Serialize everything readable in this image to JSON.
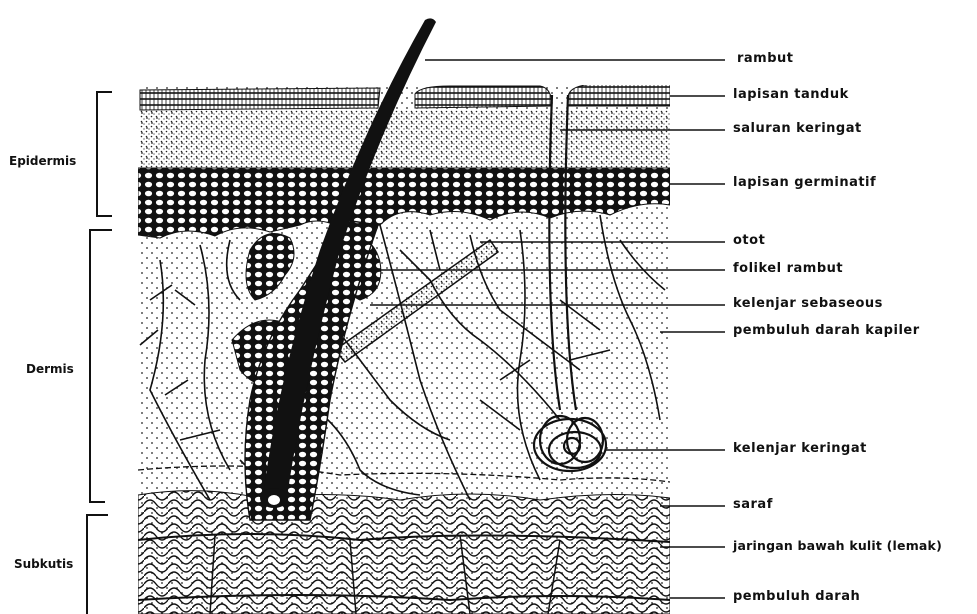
{
  "side_labels": {
    "epidermis": "Epidermis",
    "dermis": "Dermis",
    "subkutis": "Subkutis"
  },
  "labels": [
    "rambut",
    "lapisan tanduk",
    "saluran keringat",
    "lapisan germinatif",
    "otot",
    "folikel rambut",
    "kelenjar sebaseous",
    "pembuluh darah kapiler",
    "kelenjar keringat",
    "saraf",
    "jaringan bawah kulit (lemak)",
    "pembuluh darah"
  ]
}
